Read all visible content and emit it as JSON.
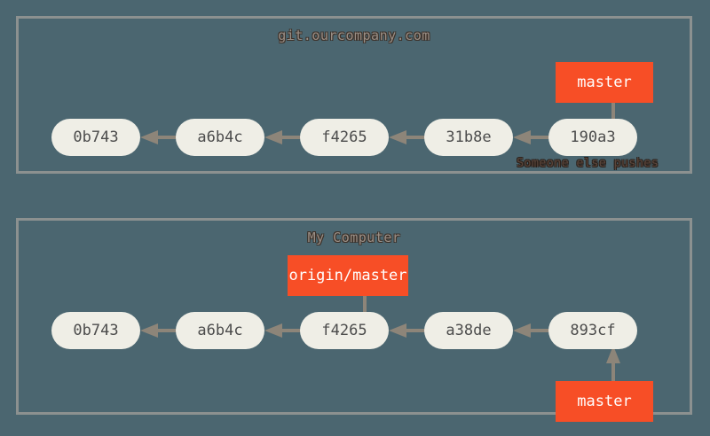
{
  "diagram": {
    "background_color": "#4b6670",
    "panel_border_color": "#8c9190",
    "node_fill_color": "#efeee6",
    "node_text_color": "#4c4c4c",
    "ref_label_color": "#f74e26",
    "arrow_color": "#8d8579",
    "title_text_color": "#9a8f86",
    "annotation_text_color": "#5b453a"
  },
  "panels": [
    {
      "id": "remote",
      "title": "git.ourcompany.com",
      "commits": [
        {
          "label": "0b743"
        },
        {
          "label": "a6b4c"
        },
        {
          "label": "f4265"
        },
        {
          "label": "31b8e"
        },
        {
          "label": "190a3"
        }
      ],
      "ref_labels": [
        {
          "label": "master",
          "points_to": "190a3",
          "direction": "down"
        }
      ],
      "annotations": [
        {
          "text": "Someone else pushes"
        }
      ]
    },
    {
      "id": "local",
      "title": "My Computer",
      "commits": [
        {
          "label": "0b743"
        },
        {
          "label": "a6b4c"
        },
        {
          "label": "f4265"
        },
        {
          "label": "a38de"
        },
        {
          "label": "893cf"
        }
      ],
      "ref_labels": [
        {
          "label": "origin/master",
          "points_to": "f4265",
          "direction": "down"
        },
        {
          "label": "master",
          "points_to": "893cf",
          "direction": "up"
        }
      ],
      "annotations": []
    }
  ]
}
